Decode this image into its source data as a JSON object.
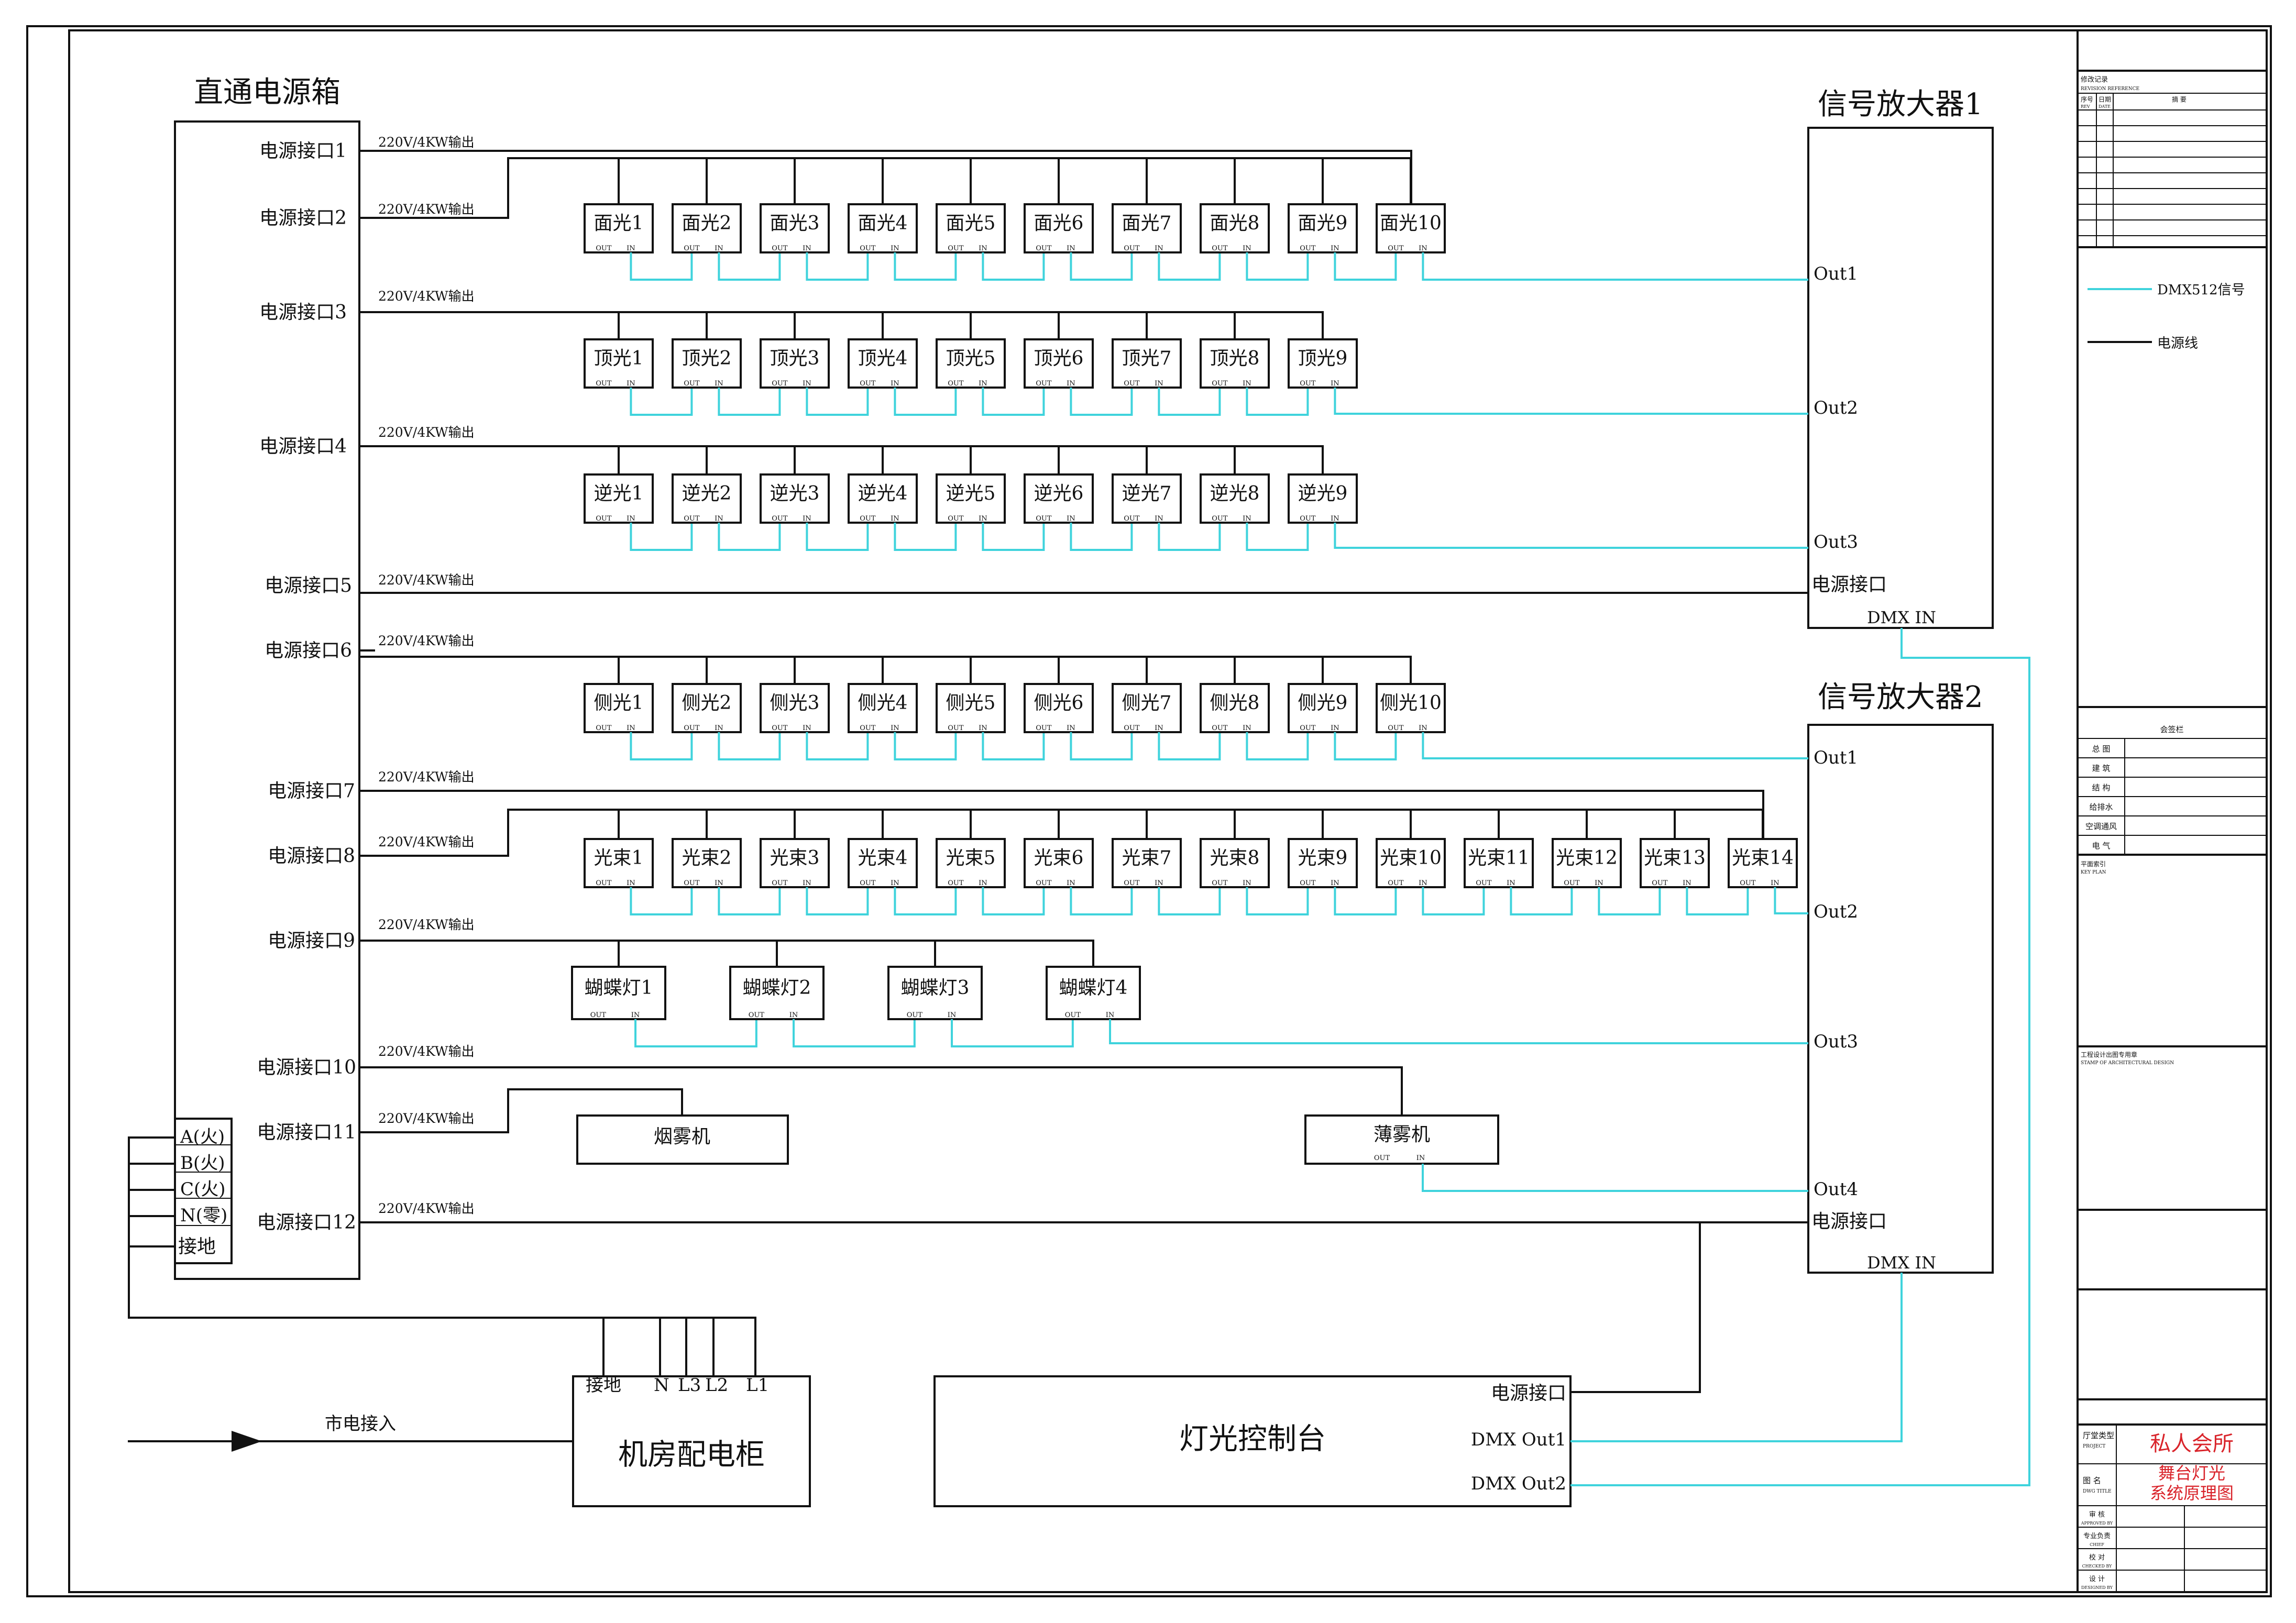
{
  "colors": {
    "signal": "#3fd3dc",
    "power": "#111111",
    "title_red": "#d9232a"
  },
  "box_labels": {
    "power_box": "直通电源箱",
    "amp1": "信号放大器1",
    "amp2": "信号放大器2",
    "console": "灯光控制台",
    "cabinet": "机房配电柜",
    "mains": "市电接入"
  },
  "ports": [
    "电源接口1",
    "电源接口2",
    "电源接口3",
    "电源接口4",
    "电源接口5",
    "电源接口6",
    "电源接口7",
    "电源接口8",
    "电源接口9",
    "电源接口10",
    "电源接口11",
    "电源接口12"
  ],
  "output_label": "220V/4KW输出",
  "phases": [
    "A(火)",
    "B(火)",
    "C(火)",
    "N(零)",
    "接地"
  ],
  "cabinet_terminals": [
    "接地",
    "N",
    "L3",
    "L2",
    "L1"
  ],
  "fixture_port": {
    "out": "OUT",
    "in": "IN"
  },
  "groups": {
    "face": [
      "面光1",
      "面光2",
      "面光3",
      "面光4",
      "面光5",
      "面光6",
      "面光7",
      "面光8",
      "面光9",
      "面光10"
    ],
    "top": [
      "顶光1",
      "顶光2",
      "顶光3",
      "顶光4",
      "顶光5",
      "顶光6",
      "顶光7",
      "顶光8",
      "顶光9"
    ],
    "back": [
      "逆光1",
      "逆光2",
      "逆光3",
      "逆光4",
      "逆光5",
      "逆光6",
      "逆光7",
      "逆光8",
      "逆光9"
    ],
    "side": [
      "侧光1",
      "侧光2",
      "侧光3",
      "侧光4",
      "侧光5",
      "侧光6",
      "侧光7",
      "侧光8",
      "侧光9",
      "侧光10"
    ],
    "beam": [
      "光束1",
      "光束2",
      "光束3",
      "光束4",
      "光束5",
      "光束6",
      "光束7",
      "光束8",
      "光束9",
      "光束10",
      "光束11",
      "光束12",
      "光束13",
      "光束14"
    ],
    "butterfly": [
      "蝴蝶灯1",
      "蝴蝶灯2",
      "蝴蝶灯3",
      "蝴蝶灯4"
    ]
  },
  "smoke": "烟雾机",
  "haze": "薄雾机",
  "amp_labels": {
    "out1": "Out1",
    "out2": "Out2",
    "out3": "Out3",
    "out4": "Out4",
    "power": "电源接口",
    "dmx_in": "DMX  IN"
  },
  "console_labels": {
    "power": "电源接口",
    "out1": "DMX Out1",
    "out2": "DMX Out2"
  },
  "legend": {
    "dmx": "DMX512信号",
    "power": "电源线"
  },
  "titleblock": {
    "revision_title": "修改记录",
    "revision_sub": "REVISION REFERENCE",
    "rev_cols": [
      "序号",
      "日期",
      "摘 要"
    ],
    "rev_cols_en": [
      "REV",
      "DATE",
      ""
    ],
    "sign_title": "会签栏",
    "sign_rows": [
      "总 图",
      "建 筑",
      "结 构",
      "给排水",
      "空调通风",
      "电 气"
    ],
    "key_plan": "平面索引",
    "key_plan_en": "KEY PLAN",
    "stamp": "工程设计出图专用章",
    "stamp_en": "STAMP OF ARCHITECTURAL DESIGN",
    "project_label": "厅堂类型",
    "project_label_en": "PROJECT",
    "project_name": "私人会所",
    "drawing_label": "图 名",
    "drawing_label_en": "DWG TITLE",
    "drawing_title_1": "舞台灯光",
    "drawing_title_2": "系统原理图",
    "approvals": [
      {
        "cn": "审 核",
        "en": "APPROVED BY"
      },
      {
        "cn": "专业负责",
        "en": "CHIEF"
      },
      {
        "cn": "校 对",
        "en": "CHECKED BY"
      },
      {
        "cn": "设 计",
        "en": "DESIGNED BY"
      }
    ]
  }
}
